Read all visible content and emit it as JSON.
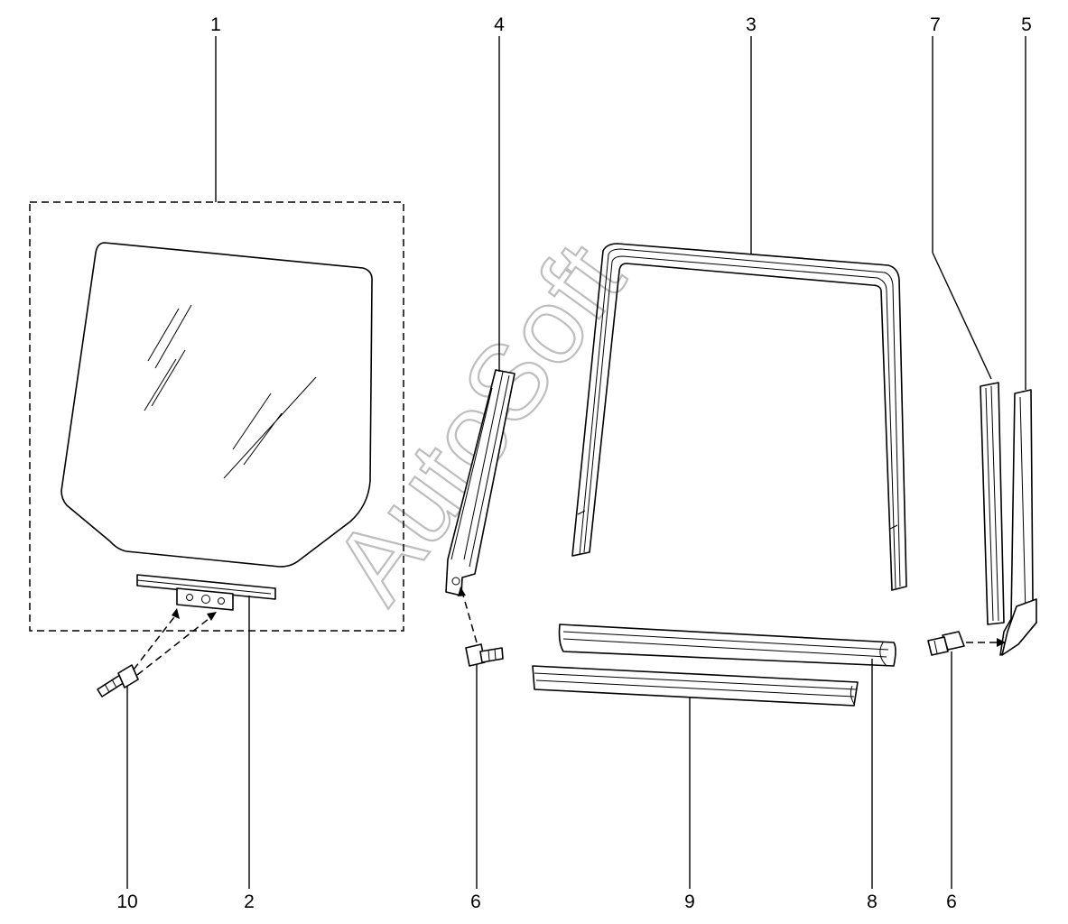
{
  "watermark": {
    "text": "AutoSoft"
  },
  "callouts": [
    {
      "id": "1",
      "label": "1"
    },
    {
      "id": "4",
      "label": "4"
    },
    {
      "id": "3",
      "label": "3"
    },
    {
      "id": "7",
      "label": "7"
    },
    {
      "id": "5",
      "label": "5"
    },
    {
      "id": "10",
      "label": "10"
    },
    {
      "id": "2",
      "label": "2"
    },
    {
      "id": "6a",
      "label": "6"
    },
    {
      "id": "9",
      "label": "9"
    },
    {
      "id": "8",
      "label": "8"
    },
    {
      "id": "6b",
      "label": "6"
    }
  ]
}
